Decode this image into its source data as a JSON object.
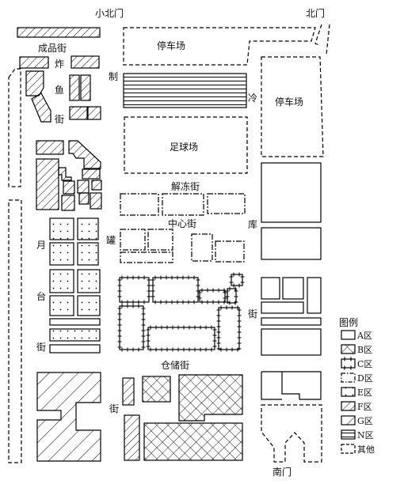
{
  "gates": {
    "north_small": "小北门",
    "north": "北门",
    "south": "南门"
  },
  "streets": {
    "chengpin": "成品街",
    "zha": "炸",
    "yu": "鱼",
    "jie1": "街",
    "zhi": "制",
    "leng": "冷",
    "jiedong": "解冻街",
    "zhongxin": "中心街",
    "ku": "库",
    "yue": "月",
    "guan": "罐",
    "tai": "台",
    "jie2": "街",
    "jie3": "街",
    "cangchu": "仓储街",
    "jie4": "街"
  },
  "areas": {
    "parking1": "停车场",
    "parking2": "停车场",
    "football": "足球场"
  },
  "legend": {
    "title": "图例",
    "items": [
      {
        "label": "A区",
        "pattern": "none"
      },
      {
        "label": "B区",
        "pattern": "crosshatch"
      },
      {
        "label": "C区",
        "pattern": "ticked"
      },
      {
        "label": "D区",
        "pattern": "dashdot"
      },
      {
        "label": "E区",
        "pattern": "dots"
      },
      {
        "label": "F区",
        "pattern": "hatch-dense"
      },
      {
        "label": "G区",
        "pattern": "hatch-sparse"
      },
      {
        "label": "N区",
        "pattern": "horizontal"
      },
      {
        "label": "其他",
        "pattern": "dashed"
      }
    ]
  }
}
